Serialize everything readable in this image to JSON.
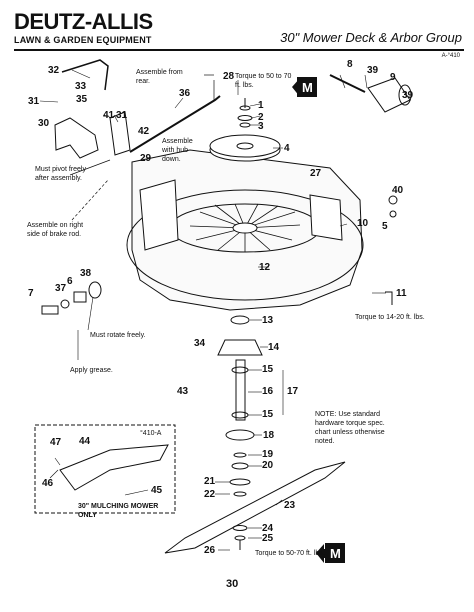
{
  "header": {
    "brand": "DEUTZ-ALLIS",
    "brand_sub": "LAWN & GARDEN EQUIPMENT",
    "title": "30\" Mower Deck & Arbor Group",
    "figure_id": "A-°410"
  },
  "notes": {
    "assemble_rear": "Assemble from rear.",
    "assemble_hub": "Assemble with hub down.",
    "pivot": "Must pivot freely after assembly.",
    "assemble_right": "Assemble on right side of brake rod.",
    "rotate": "Must rotate freely.",
    "grease": "Apply grease.",
    "torque_top": "Torque to 50 to 70 ft. lbs.",
    "torque_right": "Torque to 14-20 ft. lbs.",
    "torque_bottom": "Torque to 50-70 ft. lbs.",
    "hardware_note": "NOTE: Use standard hardware torque spec. chart unless otherwise noted.",
    "inset_id": "°410-A",
    "inset_caption": "30\" MULCHING MOWER ONLY"
  },
  "badges": {
    "m_top": "M",
    "m_bottom": "M"
  },
  "page_number": "30",
  "callouts": {
    "c1": "1",
    "c2": "2",
    "c3": "3",
    "c4": "4",
    "c5": "5",
    "c6": "6",
    "c7": "7",
    "c8": "8",
    "c9": "9",
    "c10": "10",
    "c11": "11",
    "c12": "12",
    "c13": "13",
    "c14": "14",
    "c15a": "15",
    "c15b": "15",
    "c16": "16",
    "c17": "17",
    "c18": "18",
    "c19": "19",
    "c20": "20",
    "c21": "21",
    "c22": "22",
    "c23": "23",
    "c24": "24",
    "c25": "25",
    "c26": "26",
    "c27": "27",
    "c28": "28",
    "c29": "29",
    "c30": "30",
    "c31a": "31",
    "c31b": "31",
    "c32": "32",
    "c33": "33",
    "c34": "34",
    "c35": "35",
    "c36": "36",
    "c37": "37",
    "c38": "38",
    "c39a": "39",
    "c39b": "39",
    "c40": "40",
    "c41": "41",
    "c42": "42",
    "c43": "43",
    "c44": "44",
    "c45": "45",
    "c46": "46",
    "c47": "47"
  }
}
